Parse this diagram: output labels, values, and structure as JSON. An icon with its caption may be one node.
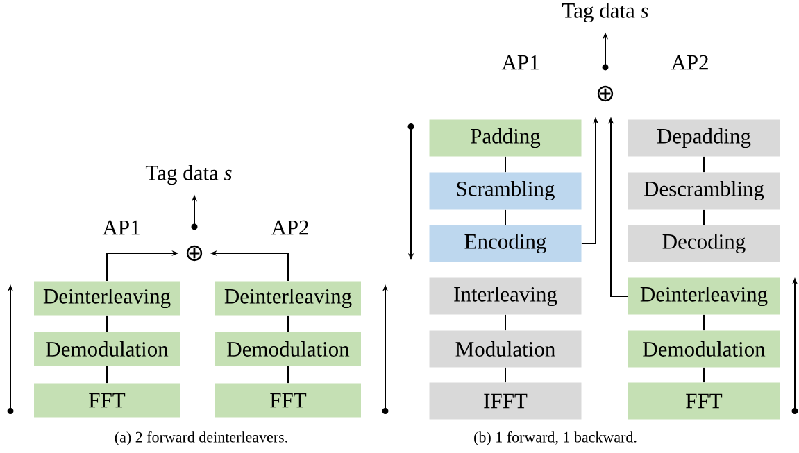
{
  "diagram": {
    "nodes": [
      {
        "text": [
          "Tag data *s*"
        ]
      },
      {
        "text": [
          "⊕"
        ]
      },
      {
        "text": [
          "Deinterleaving"
        ]
      },
      {
        "text": [
          "Demodulation"
        ]
      },
      {
        "text": [
          "FFT"
        ]
      },
      {
        "text": [
          "Deinterleaving"
        ]
      },
      {
        "text": [
          "Demodulation"
        ]
      },
      {
        "text": [
          "FFT"
        ]
      },
      {
        "text": [
          "Tag data *s*"
        ]
      },
      {
        "text": [
          "⊕"
        ]
      },
      {
        "text": [
          "Padding"
        ]
      },
      {
        "text": [
          "Scrambling"
        ]
      },
      {
        "text": [
          "Encoding"
        ]
      },
      {
        "text": [
          "Interleaving"
        ]
      },
      {
        "text": [
          "Modulation"
        ]
      },
      {
        "text": [
          "IFFT"
        ]
      },
      {
        "text": [
          "Depadding"
        ]
      },
      {
        "text": [
          "Descrambling"
        ]
      },
      {
        "text": [
          "Decoding"
        ]
      },
      {
        "text": [
          "Deinterleaving"
        ]
      },
      {
        "text": [
          "Demodulation"
        ]
      },
      {
        "text": [
          "FFT"
        ]
      }
    ],
    "edges": [
      {
        "from": 1,
        "to": 0,
        "arrow": "both"
      },
      {
        "from": 2,
        "to": 1,
        "arrow": "to"
      },
      {
        "from": 5,
        "to": 1,
        "arrow": "to"
      },
      {
        "from": 2,
        "to": 3,
        "arrow": "none"
      },
      {
        "from": 3,
        "to": 4,
        "arrow": "none"
      },
      {
        "from": 5,
        "to": 6,
        "arrow": "none"
      },
      {
        "from": 6,
        "to": 7,
        "arrow": "none"
      },
      {
        "from": 9,
        "to": 8,
        "arrow": "both"
      },
      {
        "from": 12,
        "to": 9,
        "arrow": "to"
      },
      {
        "from": 19,
        "to": 9,
        "arrow": "to"
      },
      {
        "from": 10,
        "to": 11,
        "arrow": "none"
      },
      {
        "from": 11,
        "to": 12,
        "arrow": "none"
      },
      {
        "from": 13,
        "to": 14,
        "arrow": "none"
      },
      {
        "from": 14,
        "to": 15,
        "arrow": "none"
      },
      {
        "from": 16,
        "to": 17,
        "arrow": "none"
      },
      {
        "from": 17,
        "to": 18,
        "arrow": "none"
      },
      {
        "from": 19,
        "to": 20,
        "arrow": "none"
      },
      {
        "from": 20,
        "to": 21,
        "arrow": "none"
      }
    ],
    "labels": [
      "AP1",
      "AP2",
      "(a) 2 forward deinterleavers.",
      "AP1",
      "AP2",
      "(b) 1 forward, 1 backward."
    ]
  }
}
